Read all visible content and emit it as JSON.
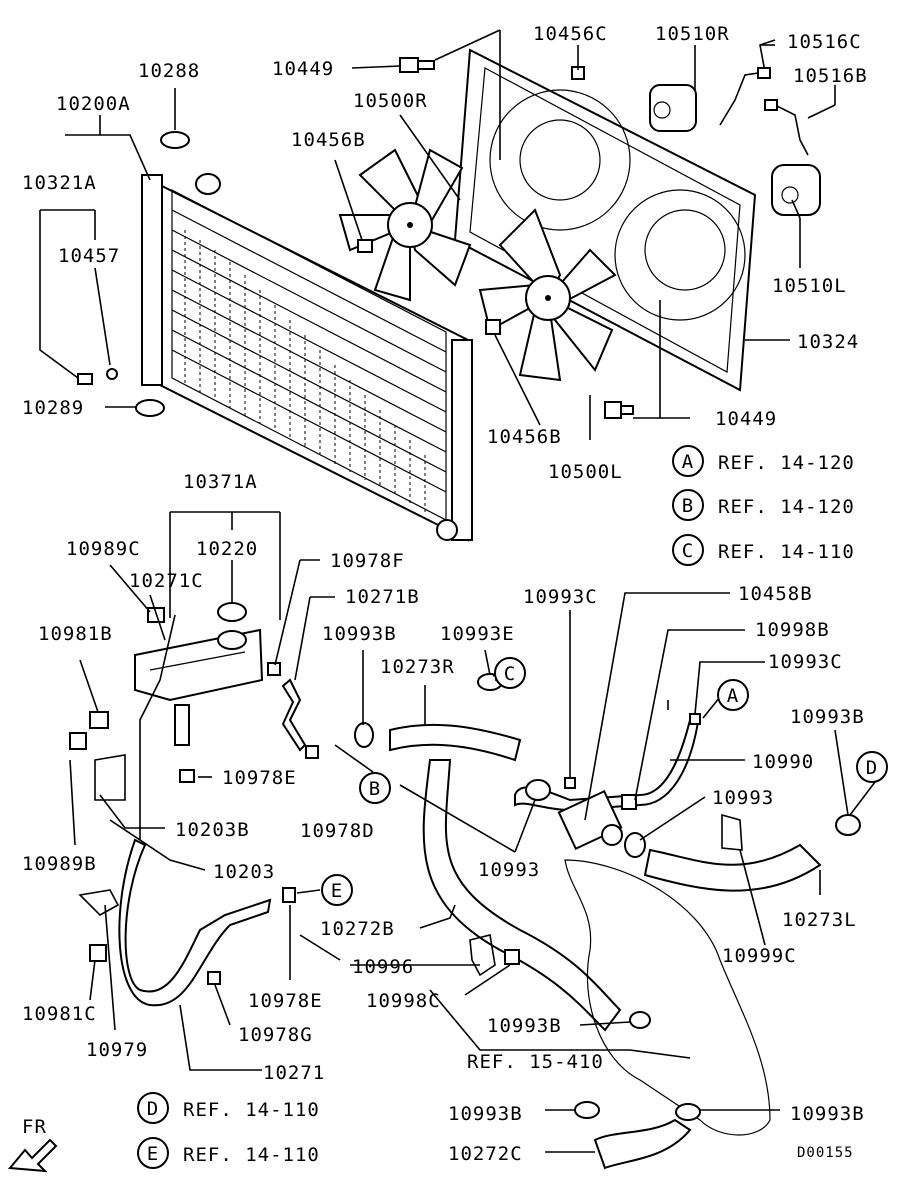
{
  "labels": {
    "p10449_top": "10449",
    "p10456C": "10456C",
    "p10510R": "10510R",
    "p10516C": "10516C",
    "p10516B": "10516B",
    "p10288": "10288",
    "p10200A": "10200A",
    "p10500R": "10500R",
    "p10456B_top": "10456B",
    "p10321A": "10321A",
    "p10457": "10457",
    "p10510L": "10510L",
    "p10324": "10324",
    "p10289": "10289",
    "p10449_bot": "10449",
    "p10456B_bot": "10456B",
    "p10500L": "10500L",
    "p10371A": "10371A",
    "p10989C": "10989C",
    "p10220": "10220",
    "p10271C": "10271C",
    "p10978F": "10978F",
    "p10271B": "10271B",
    "p10993C_mid": "10993C",
    "p10458B": "10458B",
    "p10981B": "10981B",
    "p10993B_mid": "10993B",
    "p10993E": "10993E",
    "p10998B": "10998B",
    "p10273R": "10273R",
    "p10993C_right": "10993C",
    "p10993B_right": "10993B",
    "p10978E_mid": "10978E",
    "p10990": "10990",
    "p10993_right": "10993",
    "p10203B": "10203B",
    "p10978D": "10978D",
    "p10989B": "10989B",
    "p10203": "10203",
    "p10993_mid": "10993",
    "p10273L": "10273L",
    "p10272B": "10272B",
    "p10999C": "10999C",
    "p10996": "10996",
    "p10978E_bot": "10978E",
    "p10998C": "10998C",
    "p10981C": "10981C",
    "p10978G": "10978G",
    "p10993B_low": "10993B",
    "p10979": "10979",
    "ref15410": "REF. 15-410",
    "p10271": "10271",
    "p10993B_bl": "10993B",
    "p10993B_br": "10993B",
    "p10272C": "10272C",
    "fr": "FR",
    "diagram_code": "D00155"
  },
  "ref_legend": [
    {
      "letter": "A",
      "text": "REF. 14-120"
    },
    {
      "letter": "B",
      "text": "REF. 14-120"
    },
    {
      "letter": "C",
      "text": "REF. 14-110"
    },
    {
      "letter": "D",
      "text": "REF. 14-110"
    },
    {
      "letter": "E",
      "text": "REF. 14-110"
    }
  ],
  "callouts": {
    "A": "A",
    "B": "B",
    "C": "C",
    "D": "D",
    "E": "E"
  }
}
